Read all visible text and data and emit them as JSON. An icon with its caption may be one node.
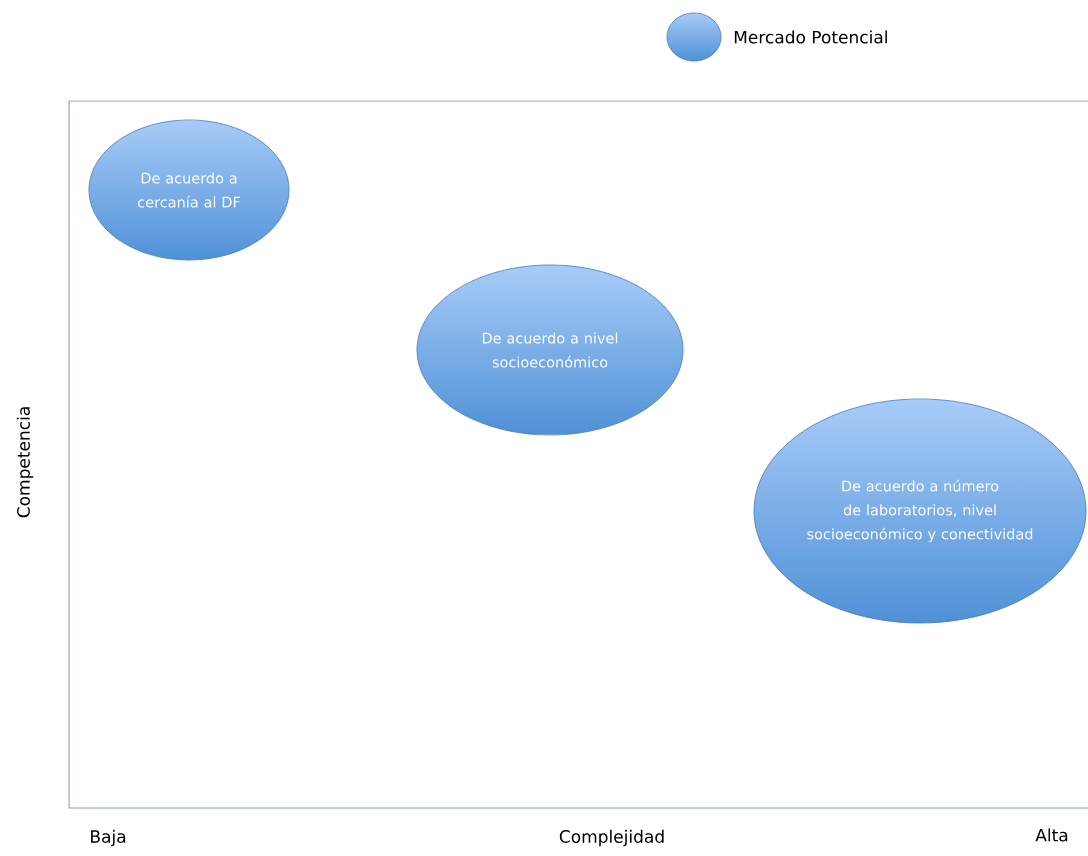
{
  "diagram": {
    "nodes": [
      {
        "text": [
          "De acuerdo a cercanía al DF"
        ]
      },
      {
        "text": [
          "De acuerdo a nivel socioeconómico"
        ]
      },
      {
        "text": [
          "De acuerdo a número de laboratorios, nivel socioeconómico y conectividad"
        ]
      }
    ],
    "edges": [],
    "labels": [
      "Competencia",
      "Baja",
      "Complejidad",
      "Alta"
    ],
    "legend": [
      {
        "text": "Mercado Potencial"
      }
    ]
  }
}
